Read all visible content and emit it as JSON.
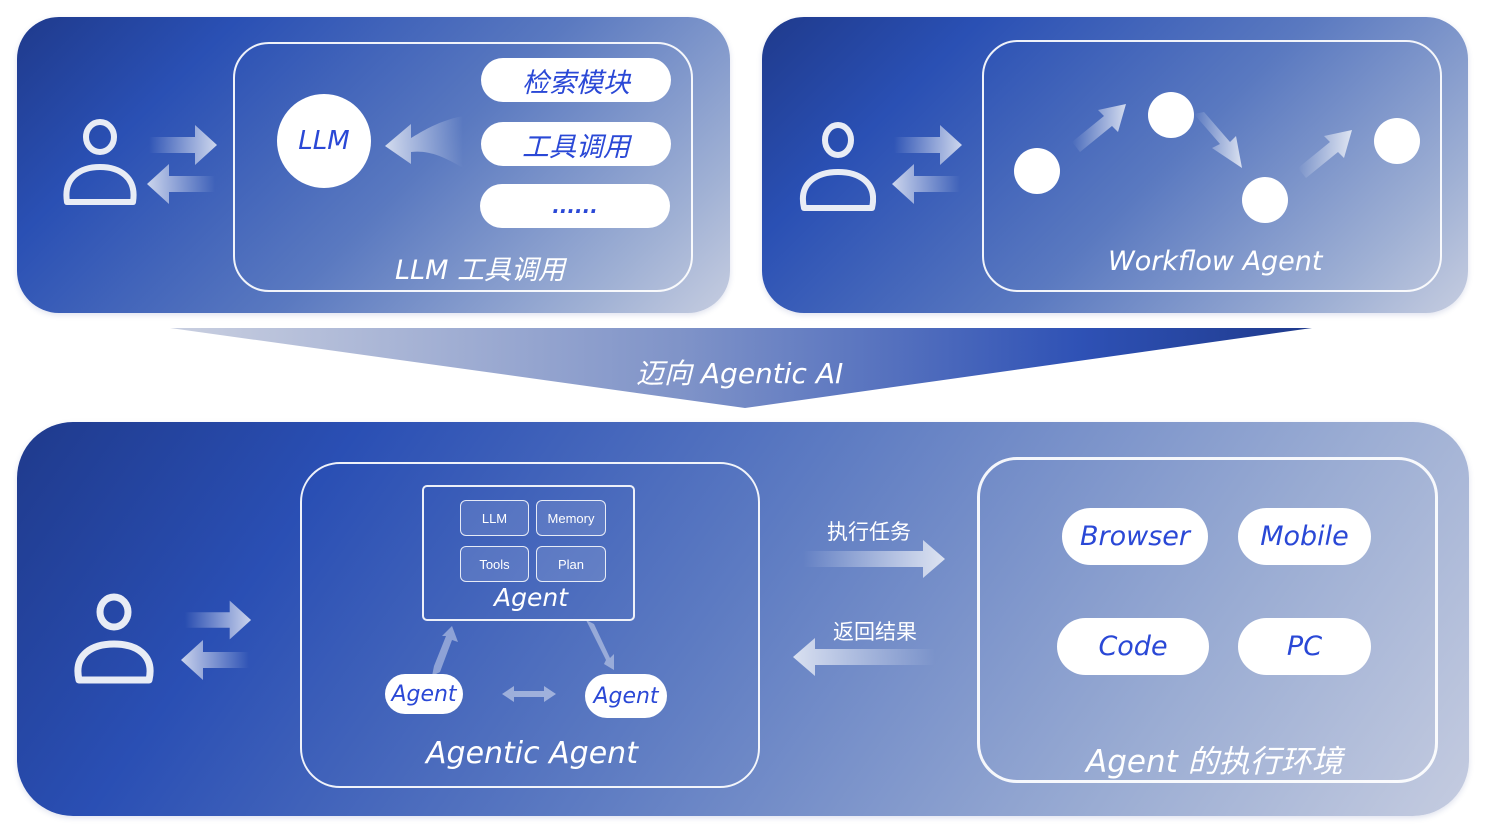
{
  "top_left": {
    "llm_label": "LLM",
    "modules": [
      "检索模块",
      "工具调用",
      "......"
    ],
    "caption": "LLM 工具调用"
  },
  "top_right": {
    "caption": "Workflow Agent",
    "node_count": 5
  },
  "transition": {
    "label": "迈向 Agentic AI"
  },
  "bottom": {
    "agent_core": {
      "components": [
        "LLM",
        "Memory",
        "Tools",
        "Plan"
      ],
      "title": "Agent"
    },
    "sub_agents": [
      "Agent",
      "Agent"
    ],
    "caption": "Agentic Agent",
    "execute_label": "执行任务",
    "return_label": "返回结果",
    "environments": [
      "Browser",
      "Mobile",
      "Code",
      "PC"
    ],
    "env_caption": "Agent 的执行环境"
  },
  "colors": {
    "panel_dark": "#1f3a8c",
    "panel_mid": "#2a50b4",
    "panel_light": "#c6cde0",
    "accent_text": "#2a48d6",
    "white": "#ffffff"
  },
  "icons": [
    "user-icon",
    "arrow-right-icon",
    "arrow-left-icon",
    "arrow-diagonal-icon",
    "double-arrow-icon"
  ]
}
